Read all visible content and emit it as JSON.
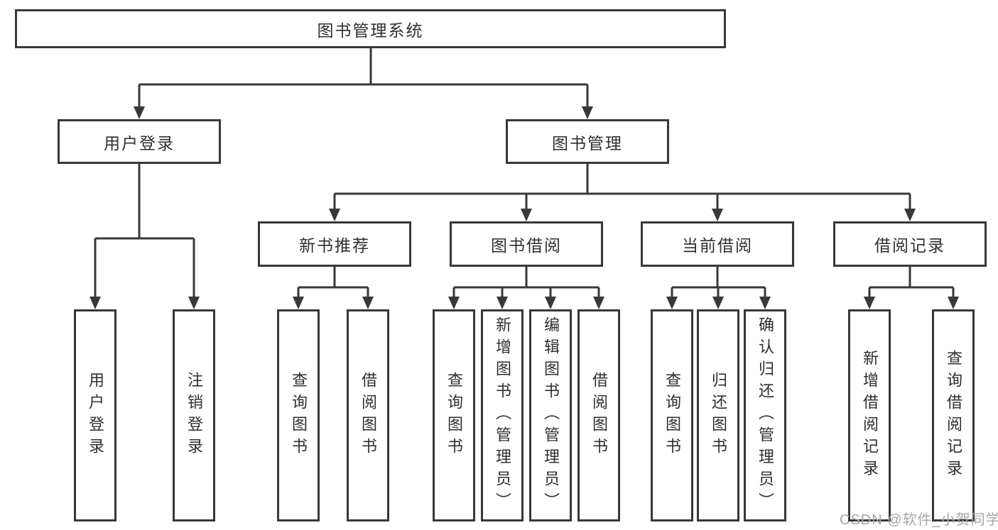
{
  "tree": {
    "label": "图书管理系统",
    "children": [
      {
        "label": "用户登录",
        "children": [
          {
            "label": "用户登录"
          },
          {
            "label": "注销登录"
          }
        ]
      },
      {
        "label": "图书管理",
        "children": [
          {
            "label": "新书推荐",
            "children": [
              {
                "label": "查询图书"
              },
              {
                "label": "借阅图书"
              }
            ]
          },
          {
            "label": "图书借阅",
            "children": [
              {
                "label": "查询图书"
              },
              {
                "label": "新增图书（管理员）"
              },
              {
                "label": "编辑图书（管理员）"
              },
              {
                "label": "借阅图书"
              }
            ]
          },
          {
            "label": "当前借阅",
            "children": [
              {
                "label": "查询图书"
              },
              {
                "label": "归还图书"
              },
              {
                "label": "确认归还（管理员）"
              }
            ]
          },
          {
            "label": "借阅记录",
            "children": [
              {
                "label": "新增借阅记录"
              },
              {
                "label": "查询借阅记录"
              }
            ]
          }
        ]
      }
    ]
  },
  "watermark": {
    "text": "CSDN @软件_小贺同学"
  },
  "colors": {
    "line": "#383838",
    "text": "#2f2f2f",
    "watermark": "#a6a6a6",
    "background": "#ffffff"
  }
}
